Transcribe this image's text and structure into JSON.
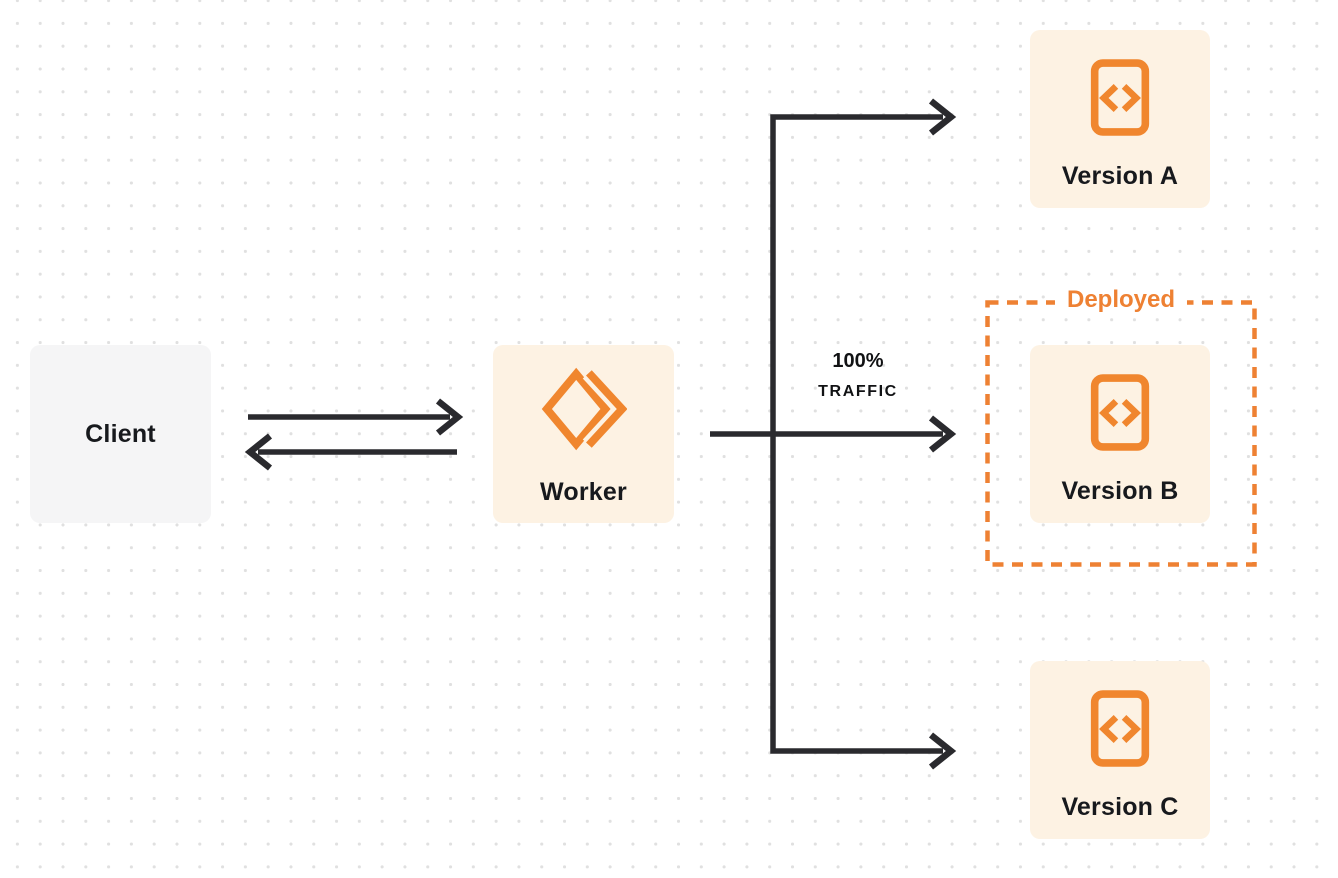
{
  "diagram": {
    "nodes": {
      "client": {
        "label": "Client"
      },
      "worker": {
        "label": "Worker",
        "icon": "workers-logo-icon"
      },
      "version_a": {
        "label": "Version A",
        "icon": "code-file-icon"
      },
      "version_b": {
        "label": "Version B",
        "icon": "code-file-icon"
      },
      "version_c": {
        "label": "Version C",
        "icon": "code-file-icon"
      }
    },
    "annotations": {
      "traffic_percent": "100%",
      "traffic_word": "TRAFFIC",
      "deployed_label": "Deployed"
    },
    "edges": [
      {
        "from": "client",
        "to": "worker",
        "style": "arrow-right"
      },
      {
        "from": "worker",
        "to": "client",
        "style": "arrow-left"
      },
      {
        "from": "worker",
        "to": "version_a",
        "style": "elbow-arrow"
      },
      {
        "from": "worker",
        "to": "version_b",
        "style": "straight-arrow",
        "label": "100% TRAFFIC"
      },
      {
        "from": "worker",
        "to": "version_c",
        "style": "elbow-arrow"
      }
    ],
    "colors": {
      "accent_orange": "#ee8133",
      "icon_orange": "#f0862e",
      "node_cream_bg": "#fdf2e3",
      "node_gray_bg": "#f5f5f6",
      "connector": "#2a2a2e",
      "text_dark": "#17191d",
      "dot_grid": "#e0e0e0",
      "background": "#ffffff"
    }
  }
}
